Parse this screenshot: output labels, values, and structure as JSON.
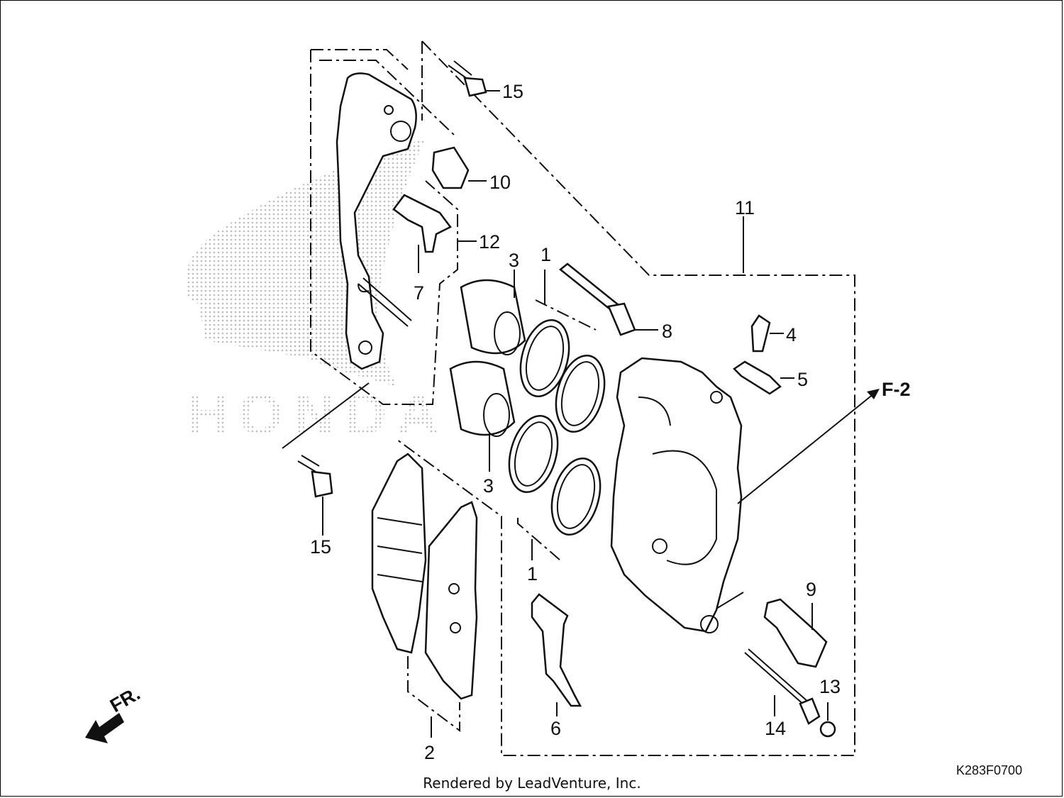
{
  "diagram": {
    "callouts": {
      "c1_top": "1",
      "c1_bottom": "1",
      "c2": "2",
      "c3_top": "3",
      "c3_bottom": "3",
      "c4": "4",
      "c5": "5",
      "c6": "6",
      "c7": "7",
      "c8": "8",
      "c9": "9",
      "c10": "10",
      "c11": "11",
      "c12": "12",
      "c13": "13",
      "c14": "14",
      "c15_top": "15",
      "c15_bottom": "15",
      "ref": "F-2",
      "front": "FR."
    },
    "drawing_code": "K283F0700",
    "watermark": "HONDA",
    "footer": "Rendered by LeadVenture, Inc."
  },
  "colors": {
    "line": "#111111",
    "watermark": "#bdbdbd",
    "background": "#ffffff"
  }
}
